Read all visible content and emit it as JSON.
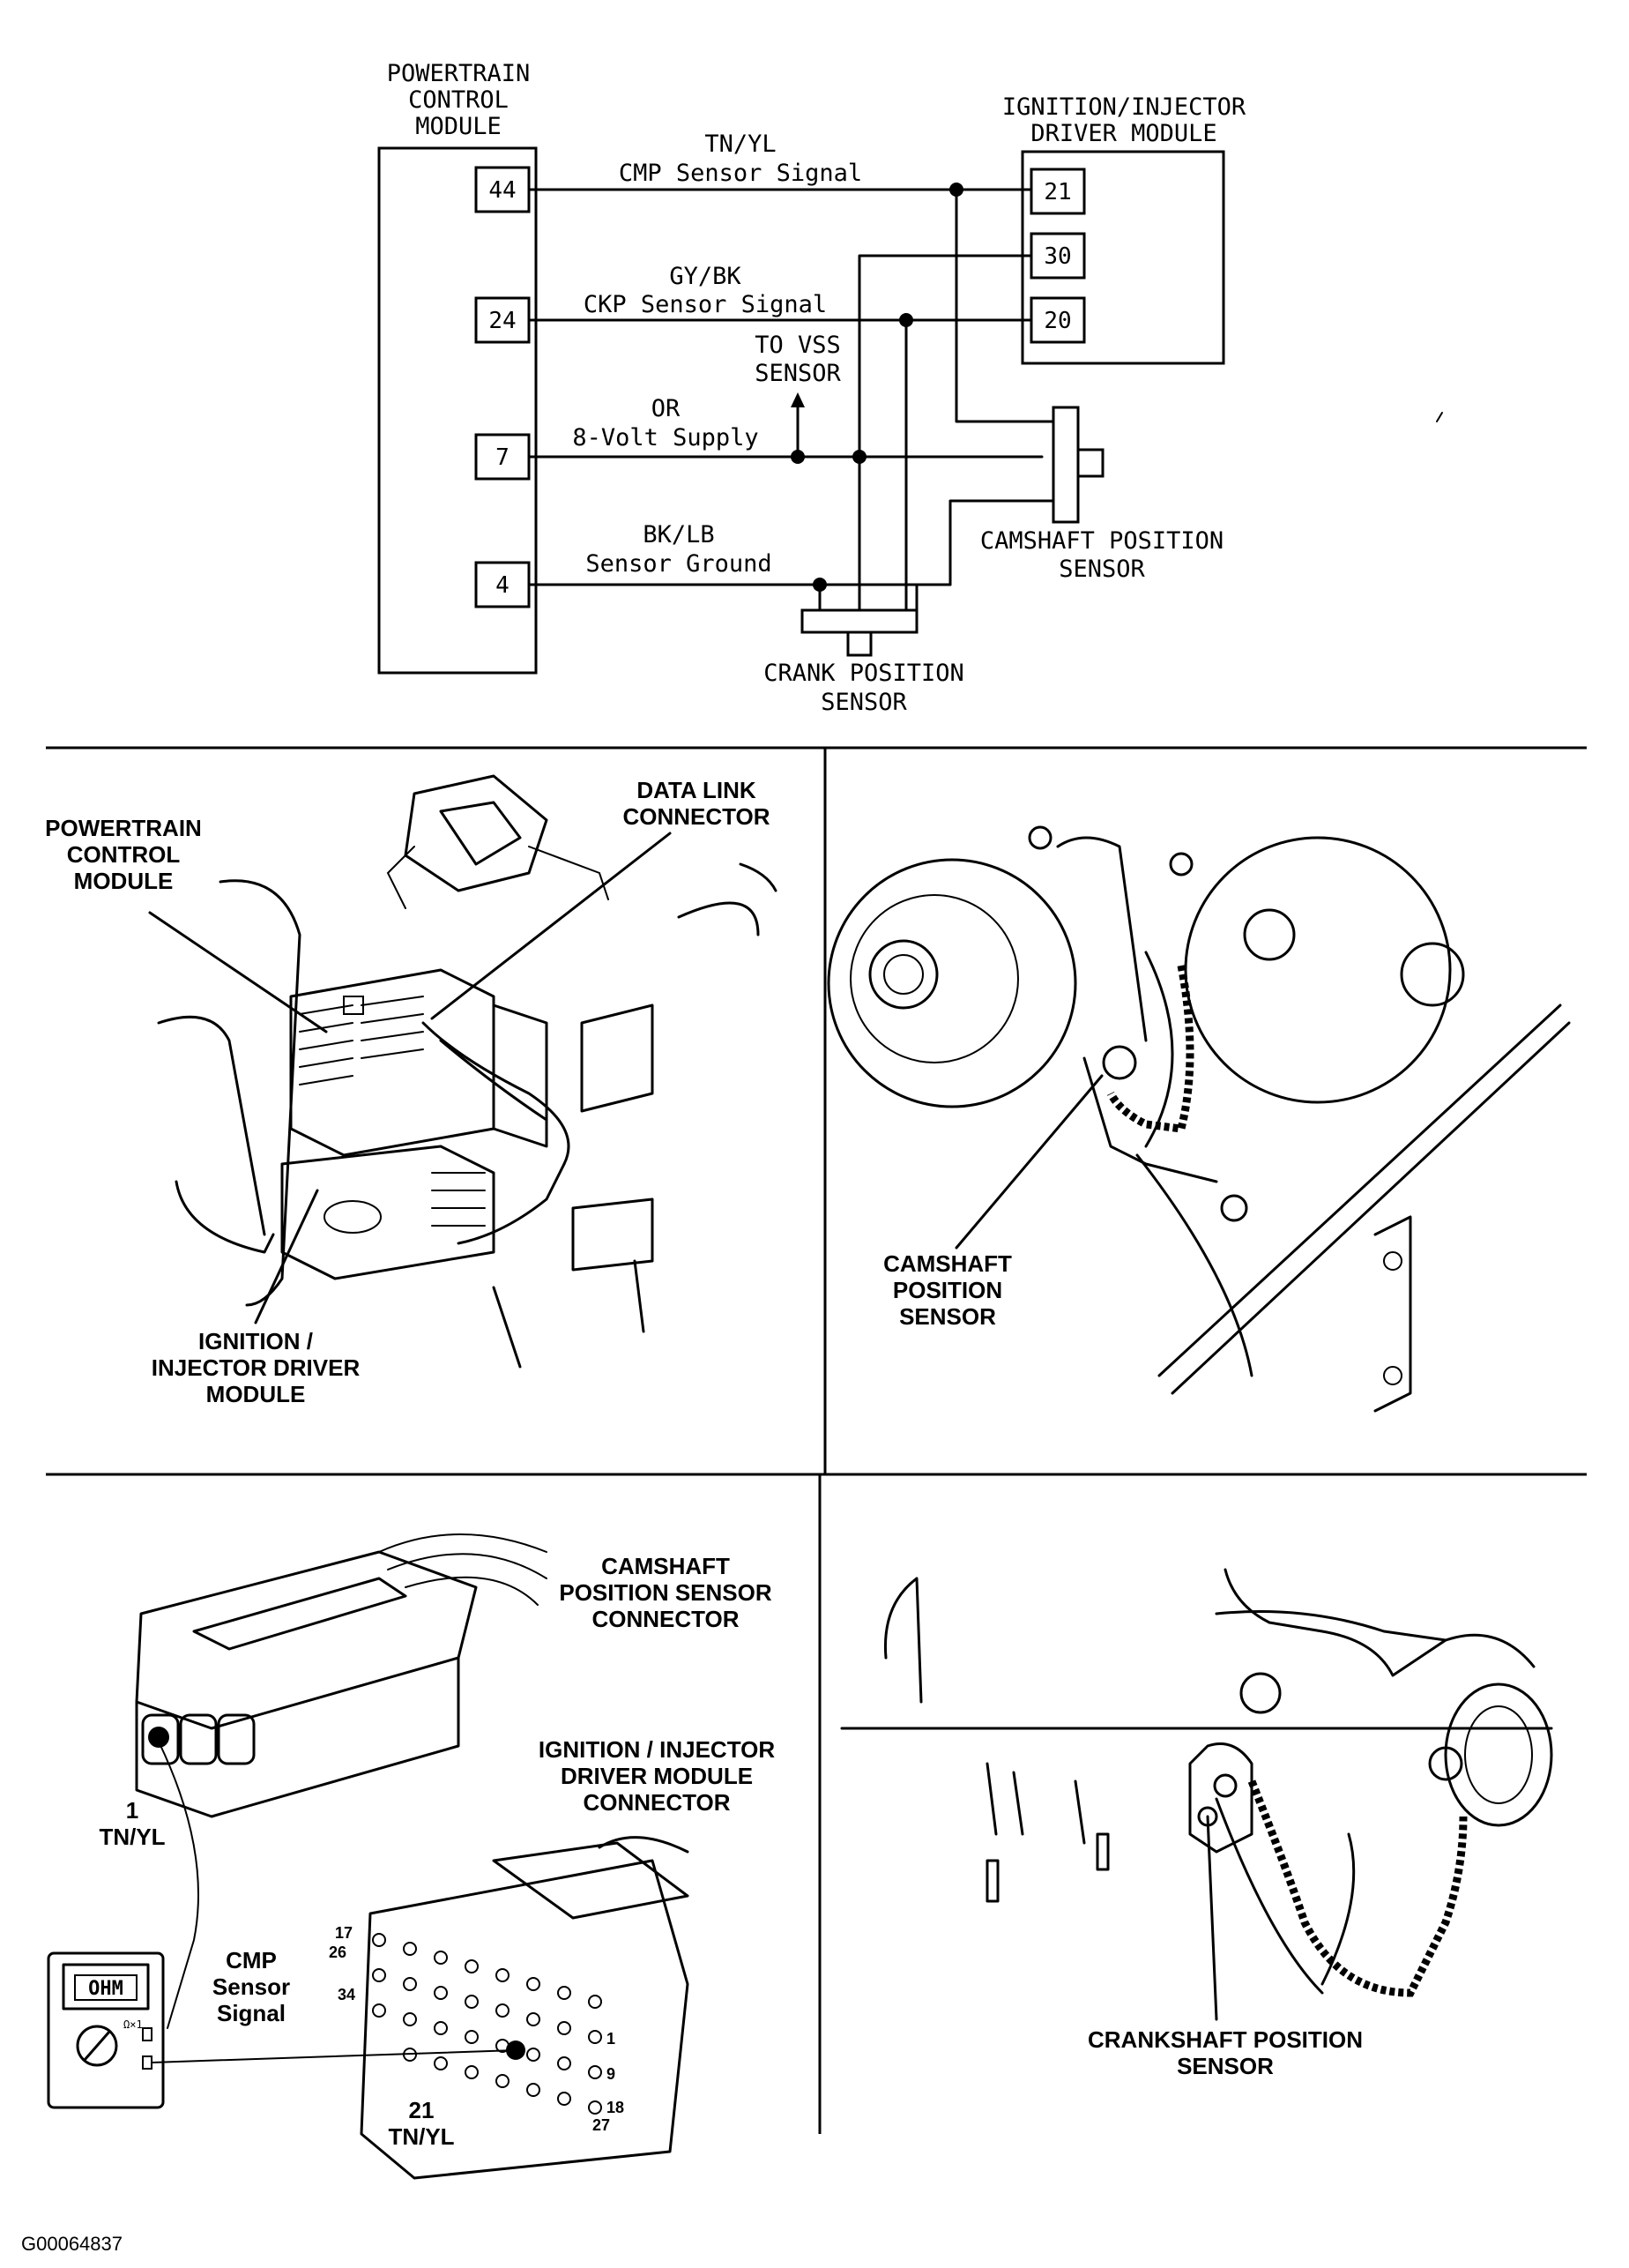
{
  "schematic": {
    "pcm_title": [
      "POWERTRAIN",
      "CONTROL",
      "MODULE"
    ],
    "idm_title": [
      "IGNITION/INJECTOR",
      "DRIVER MODULE"
    ],
    "pcm_pins": [
      "44",
      "24",
      "7",
      "4"
    ],
    "idm_pins": [
      "21",
      "30",
      "20"
    ],
    "wires": [
      {
        "color_code": "TN/YL",
        "label": "CMP Sensor Signal"
      },
      {
        "color_code": "GY/BK",
        "label": "CKP Sensor Signal"
      },
      {
        "color_code": "OR",
        "label": "8-Volt Supply"
      },
      {
        "color_code": "BK/LB",
        "label": "Sensor Ground"
      }
    ],
    "vss_label": [
      "TO VSS",
      "SENSOR"
    ],
    "cmp_sensor_label": [
      "CAMSHAFT POSITION",
      "SENSOR"
    ],
    "ckp_sensor_label": [
      "CRANK POSITION",
      "SENSOR"
    ]
  },
  "panel_engine_bay": {
    "pcm_callout": [
      "POWERTRAIN",
      "CONTROL",
      "MODULE"
    ],
    "dlc_callout": [
      "DATA LINK",
      "CONNECTOR"
    ],
    "idm_callout": [
      "IGNITION /",
      "INJECTOR DRIVER",
      "MODULE"
    ]
  },
  "panel_cam_sensor": {
    "callout": [
      "CAMSHAFT",
      "POSITION",
      "SENSOR"
    ]
  },
  "panel_connector_test": {
    "cmp_connector_callout": [
      "CAMSHAFT",
      "POSITION SENSOR",
      "CONNECTOR"
    ],
    "idm_connector_callout": [
      "IGNITION / INJECTOR",
      "DRIVER MODULE",
      "CONNECTOR"
    ],
    "pin1_label": [
      "1",
      "TN/YL"
    ],
    "signal_label": [
      "CMP",
      "Sensor",
      "Signal"
    ],
    "meter_display": "OHM",
    "meter_range": "Ω×1",
    "pin21_label": [
      "21",
      "TN/YL"
    ],
    "pin_numbers": [
      "17",
      "26",
      "34",
      "1",
      "9",
      "18",
      "27"
    ]
  },
  "panel_crank_sensor": {
    "callout": [
      "CRANKSHAFT POSITION",
      "SENSOR"
    ]
  },
  "figure_id": "G00064837"
}
